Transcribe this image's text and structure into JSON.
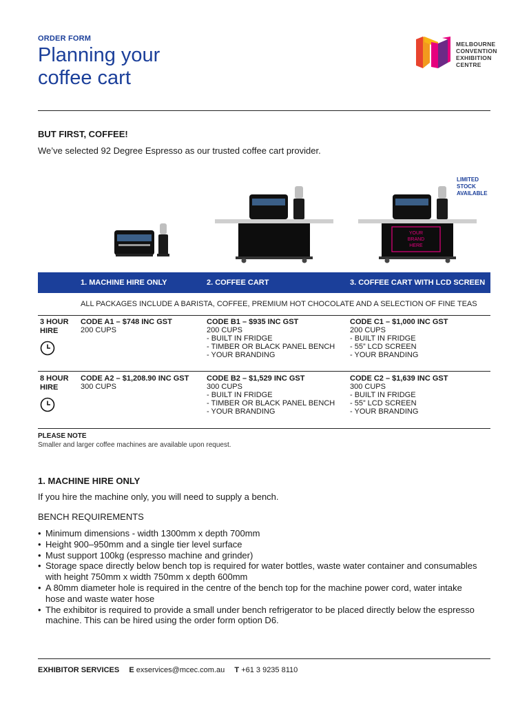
{
  "header": {
    "order_label": "ORDER FORM",
    "title_line1": "Planning your",
    "title_line2": "coffee cart",
    "logo_text": [
      "MELBOURNE",
      "CONVENTION",
      "EXHIBITION",
      "CENTRE"
    ],
    "logo_colors": [
      "#e8442e",
      "#f7b414",
      "#e6007e",
      "#6c2a86"
    ]
  },
  "intro": {
    "heading": "BUT FIRST, COFFEE!",
    "text": "We’ve selected 92 Degree Espresso as our trusted coffee cart provider."
  },
  "limited_stock": [
    "LIMITED",
    "STOCK",
    "AVAILABLE"
  ],
  "lcd_screen_text": [
    "YOUR",
    "BRAND",
    "HERE"
  ],
  "packages": {
    "bar_color": "#1b3f9a",
    "headers": [
      "1. MACHINE HIRE ONLY",
      "2. COFFEE CART",
      "3. COFFEE CART WITH LCD SCREEN"
    ],
    "all_packages_note": "ALL PACKAGES INCLUDE A BARISTA, COFFEE, PREMIUM HOT CHOCOLATE AND A SELECTION OF FINE TEAS",
    "rows": [
      {
        "hire_line1": "3 HOUR",
        "hire_line2": "HIRE",
        "icon": "clock-icon",
        "cols": [
          {
            "code": "CODE A1 – $748 INC GST",
            "lines": [
              "200 CUPS"
            ]
          },
          {
            "code": "CODE B1 – $935 INC GST",
            "lines": [
              "200 CUPS",
              "- BUILT IN FRIDGE",
              "- TIMBER OR BLACK PANEL BENCH",
              "- YOUR BRANDING"
            ]
          },
          {
            "code": "CODE C1 – $1,000 INC GST",
            "lines": [
              "200 CUPS",
              "- BUILT IN FRIDGE",
              "- 55” LCD SCREEN",
              "- YOUR BRANDING"
            ]
          }
        ]
      },
      {
        "hire_line1": "8 HOUR",
        "hire_line2": "HIRE",
        "icon": "clock-icon",
        "cols": [
          {
            "code": "CODE A2 – $1,208.90 INC GST",
            "lines": [
              "300 CUPS"
            ]
          },
          {
            "code": "CODE B2 – $1,529 INC GST",
            "lines": [
              "300 CUPS",
              "- BUILT IN FRIDGE",
              "- TIMBER OR BLACK PANEL BENCH",
              "- YOUR BRANDING"
            ]
          },
          {
            "code": "CODE C2 – $1,639 INC GST",
            "lines": [
              "300 CUPS",
              "- BUILT IN FRIDGE",
              "- 55” LCD SCREEN",
              "- YOUR BRANDING"
            ]
          }
        ]
      }
    ]
  },
  "note": {
    "title": "PLEASE NOTE",
    "text": "Smaller and larger coffee machines are available upon request."
  },
  "machine_hire": {
    "heading": "1. MACHINE HIRE ONLY",
    "text": "If you hire the machine only, you will need to supply a bench.",
    "bench_heading": "BENCH REQUIREMENTS",
    "requirements": [
      "Minimum dimensions - width 1300mm x depth 700mm",
      "Height 900–950mm and a single tier level surface",
      "Must support 100kg (espresso machine and grinder)",
      "Storage space directly below bench top is required for water bottles, waste water container and consumables with height 750mm x width 750mm x depth 600mm",
      "A 80mm diameter hole is required in the centre of the bench top for the machine power cord, water intake hose and waste water hose",
      "The exhibitor is required to provide a small under bench refrigerator to be placed directly below the espresso machine. This can be hired using the order form option D6."
    ]
  },
  "footer": {
    "label": "EXHIBITOR SERVICES",
    "email_label": "E",
    "email": "exservices@mcec.com.au",
    "phone_label": "T",
    "phone": "+61 3 9235 8110"
  }
}
